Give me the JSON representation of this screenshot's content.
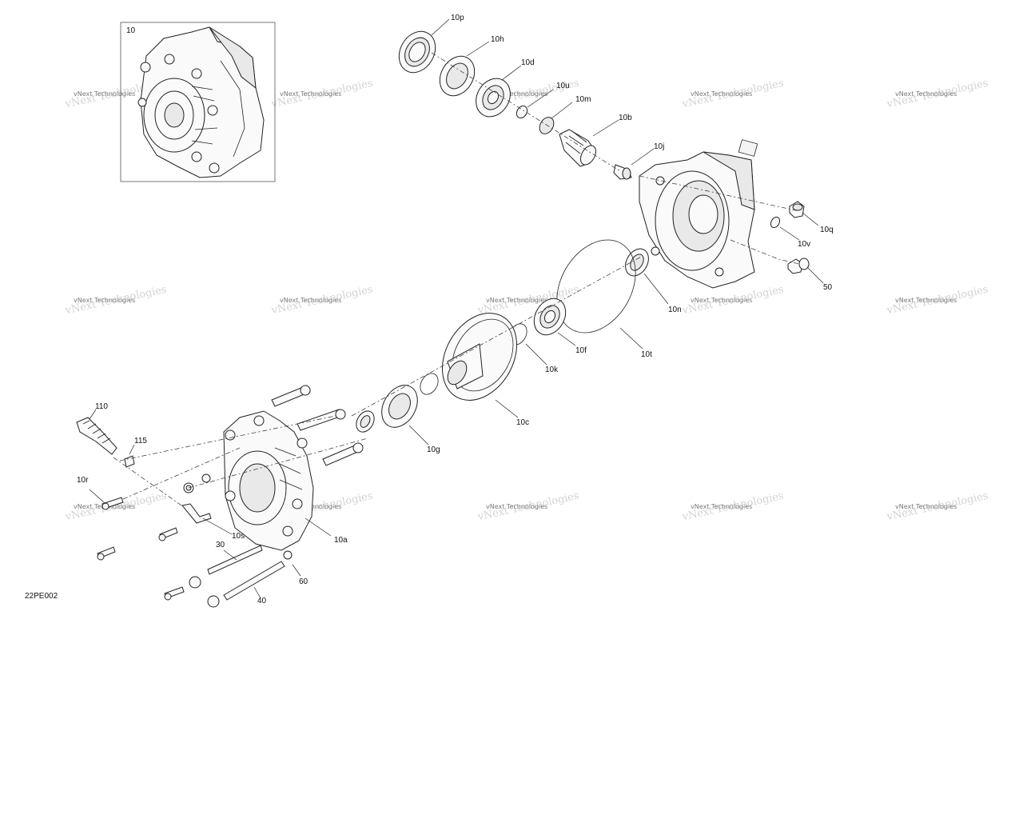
{
  "diagram_id": "22PE002",
  "callouts": {
    "c10": "10",
    "c10p": "10p",
    "c10h": "10h",
    "c10d": "10d",
    "c10u": "10u",
    "c10m": "10m",
    "c10b": "10b",
    "c10j": "10j",
    "c10q": "10q",
    "c10v": "10v",
    "c50": "50",
    "c10n": "10n",
    "c10t": "10t",
    "c10f": "10f",
    "c10k": "10k",
    "c10c": "10c",
    "c10g": "10g",
    "c110": "110",
    "c115": "115",
    "c10r": "10r",
    "c10s": "10s",
    "c10a": "10a",
    "c30": "30",
    "c40": "40",
    "c60": "60"
  },
  "watermark": {
    "text": "vNext Technologies"
  }
}
